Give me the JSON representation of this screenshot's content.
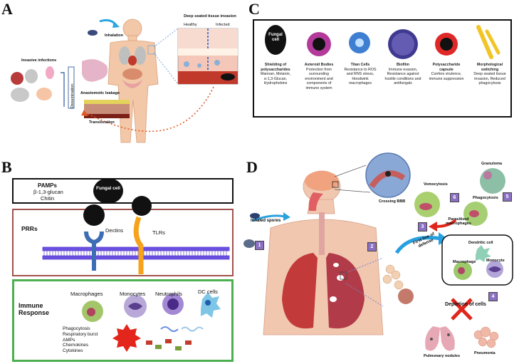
{
  "panels": {
    "a": {
      "letter": "A",
      "inhalation": "Inhalation",
      "deep_title": "Deep seated tissue invasion",
      "healthy": "Healthy",
      "infected": "Infected",
      "invasive": "Invasive infections",
      "dissemination": "Dissemination",
      "anastomotic": "Anastomotic leakage",
      "translocation": "Translocation"
    },
    "b": {
      "letter": "B",
      "pamps_title": "PAMPs",
      "pamps_items": [
        "β-1,3-glucan",
        "Chitin"
      ],
      "fungal_cell": "Fungal cell",
      "prrs": "PRRs",
      "dectins": "Dectins",
      "tlrs": "TLRs",
      "immune_response": "Immune Response",
      "cells": [
        "Macrophages",
        "Monocytes",
        "Neutrophils",
        "DC cells"
      ],
      "functions": [
        "Phagocytosis",
        "Respiratory burst",
        "AMPs",
        "Chemokines",
        "Cytokines"
      ]
    },
    "c": {
      "letter": "C",
      "fungal_cell": "Fungal cell",
      "items": [
        {
          "title": "Shielding of polysaccharides",
          "desc": "Mannan, Melanin, α-1,3-Glucan, Hydrophobins"
        },
        {
          "title": "Asteroid Bodies",
          "desc": "Protection from surrounding environment and components of immune system"
        },
        {
          "title": "Titan Cells",
          "desc": "Resistance to ROS and RNS stress, Hoodwink macrophages"
        },
        {
          "title": "Biofilm",
          "desc": "Immune evasion, Resistance against hostile conditions and antifungals"
        },
        {
          "title": "Polysaccharide capsule",
          "desc": "Confers virulence, immune suppression"
        },
        {
          "title": "Morphological switching",
          "desc": "Deep seated tissue invasion, Reduced phagocytosis"
        }
      ]
    },
    "d": {
      "letter": "D",
      "inhaled": "Inhaled spores",
      "crossing": "Crossing BBB",
      "vomocytosis": "Vomocytosis",
      "granuloma": "Granuloma",
      "phagocytosis": "Phagocytosis",
      "parasitized": "Parasitized macrophages",
      "dendritic": "Dendritic cell",
      "macrophage": "Macrophage",
      "monocyte": "Monocyte",
      "first_line": "First line of defense",
      "depletion": "Depletion of cells",
      "nodules": "Pulmonary nodules",
      "pneumonia": "Pneumonia",
      "steps": [
        "1",
        "2",
        "3",
        "4",
        "5",
        "6"
      ]
    }
  },
  "colors": {
    "b_top_border": "#111111",
    "b_mid_border": "#a0524d",
    "b_bottom_border": "#4caf50",
    "membrane": "#5b3fd0",
    "step_badge": "#8a6fc2"
  }
}
